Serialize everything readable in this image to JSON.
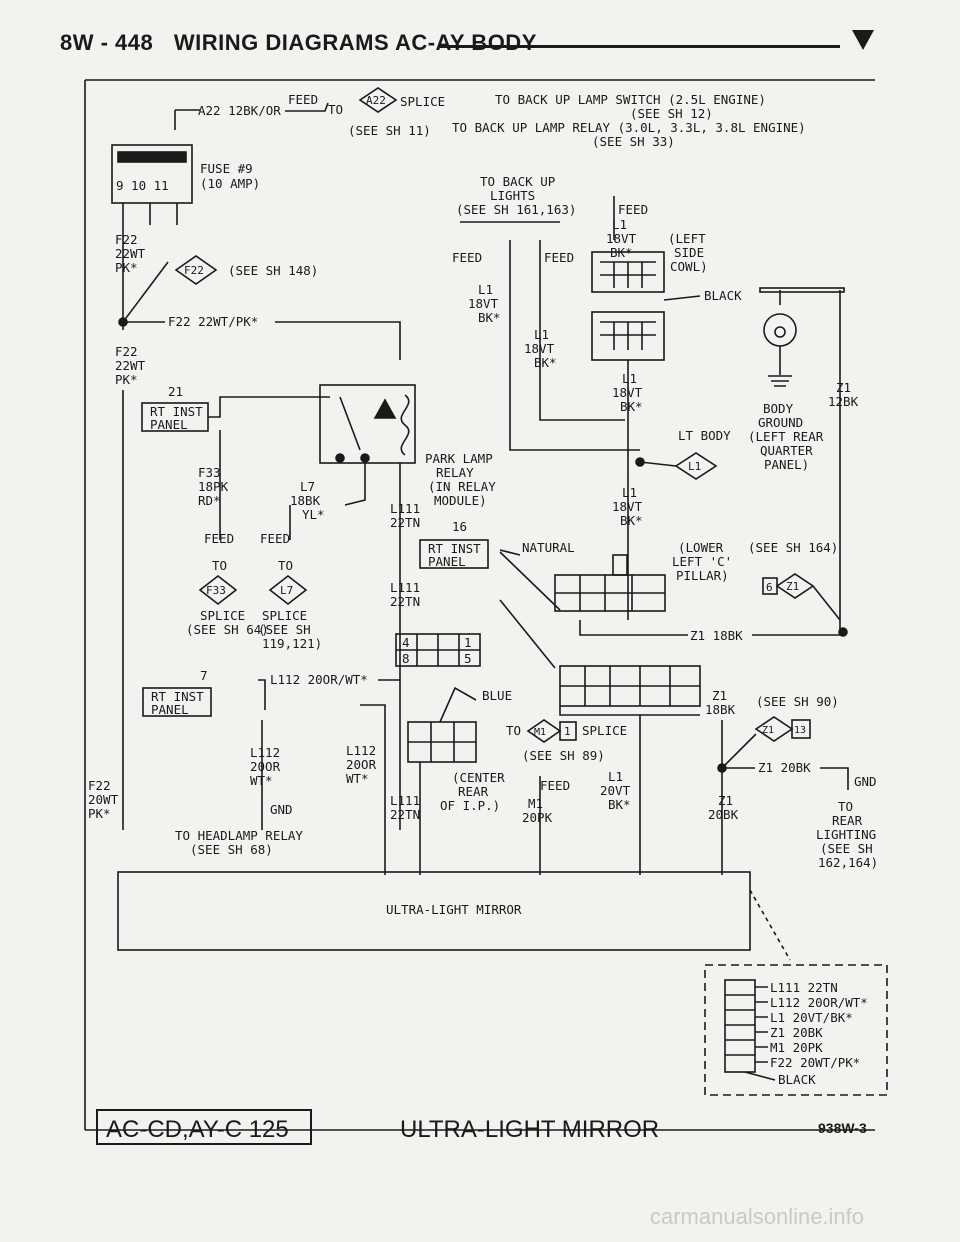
{
  "header": {
    "page": "8W - 448",
    "title": "WIRING DIAGRAMS AC-AY BODY"
  },
  "footer": {
    "box_label": "AC-CD,AY-C 125",
    "diagram_title": "ULTRA-LIGHT MIRROR",
    "code": "938W-3"
  },
  "watermark": "carmanualsonline.info",
  "labels": {
    "a22_wire": "A22 12BK/OR",
    "feed_top": "FEED",
    "to_a22": "TO",
    "a22_splice_id": "A22",
    "splice_word": "SPLICE",
    "see_sh_11": "(SEE SH 11)",
    "backup_switch_1": "TO BACK UP LAMP SWITCH (2.5L ENGINE)",
    "backup_switch_2": "(SEE SH 12)",
    "backup_relay_1": "TO BACK UP LAMP RELAY (3.0L, 3.3L, 3.8L ENGINE)",
    "backup_relay_2": "(SEE SH 33)",
    "fuse_name": "FUSE #9",
    "fuse_amp": "(10 AMP)",
    "fuse_pins": "9 10 11",
    "f22_wire_a": [
      "F22",
      "22WT",
      "PK*"
    ],
    "f22_splice_id": "F22",
    "see_sh_148": "(SEE SH 148)",
    "f22_horiz": "F22 22WT/PK*",
    "f22_wire_b": [
      "F22",
      "22WT",
      "PK*"
    ],
    "pin_21": "21",
    "rt_inst_panel_1": [
      "RT INST",
      "PANEL"
    ],
    "f33_wire": [
      "F33",
      "18PK",
      "RD*"
    ],
    "l7_wire": [
      "L7",
      "18BK",
      "YL*"
    ],
    "feed_f33": "FEED",
    "feed_l7": "FEED",
    "to_f33": "TO",
    "to_l7": "TO",
    "f33_id": "F33",
    "l7_id": "L7",
    "splice_f33": [
      "SPLICE",
      "(SEE SH 64)"
    ],
    "splice_l7": [
      "SPLICE",
      "(SEE SH",
      "119,121)"
    ],
    "park_relay": [
      "PARK LAMP",
      "RELAY",
      "(IN RELAY",
      "MODULE)"
    ],
    "l111_wire_a": [
      "L111",
      "22TN"
    ],
    "pin_16": "16",
    "rt_inst_panel_2": [
      "RT INST",
      "PANEL"
    ],
    "l111_wire_b": [
      "L111",
      "22TN"
    ],
    "conn_cells": [
      "4",
      "1",
      "8",
      "5"
    ],
    "pin_7": "7",
    "l112_horiz": "L112 20OR/WT*",
    "rt_inst_panel_3": [
      "RT INST",
      "PANEL"
    ],
    "l112_wire_a": [
      "L112",
      "20OR",
      "WT*"
    ],
    "l112_wire_b": [
      "L112",
      "20OR",
      "WT*"
    ],
    "gnd_a": "GND",
    "headlamp_relay": [
      "TO HEADLAMP RELAY",
      "(SEE SH 68)"
    ],
    "f22_wire_c": [
      "F22",
      "20WT",
      "PK*"
    ],
    "l111_wire_c": [
      "L111",
      "22TN"
    ],
    "center_rear": [
      "(CENTER",
      "REAR",
      "OF I.P.)"
    ],
    "blue": "BLUE",
    "to_m1": "TO",
    "m1_id": "M1",
    "m1_pin": "1",
    "splice_sh89": [
      "SPLICE",
      "(SEE SH 89)"
    ],
    "feed_m1": "FEED",
    "m1_wire": [
      "M1",
      "20PK"
    ],
    "l1_wire_d": [
      "L1",
      "20VT",
      "BK*"
    ],
    "backup_lights": [
      "TO BACK UP",
      "LIGHTS",
      "(SEE SH 161,163)"
    ],
    "feed_bl1": "FEED",
    "feed_bl2": "FEED",
    "feed_top_right": "FEED",
    "l1_wire_a": [
      "L1",
      "18VT",
      "BK*"
    ],
    "l1_wire_b": [
      "L1",
      "18VT",
      "BK*"
    ],
    "l1_wire_c": [
      "L1",
      "18VT",
      "BK*"
    ],
    "l1_wire_e": [
      "L1",
      "18VT",
      "BK*"
    ],
    "l1_wire_f": [
      "L1",
      "18VT",
      "BK*"
    ],
    "left_cowl": [
      "(LEFT",
      "SIDE",
      "COWL)"
    ],
    "black_1": "BLACK",
    "lt_body": "LT BODY",
    "l1_splice_id": "L1",
    "body_ground": [
      "BODY",
      "GROUND",
      "(LEFT REAR",
      "QUARTER",
      "PANEL)"
    ],
    "z1_wire_a": [
      "Z1",
      "12BK"
    ],
    "natural": "NATURAL",
    "lower_pillar": [
      "(LOWER",
      "LEFT 'C'",
      "PILLAR)"
    ],
    "see_sh_164": "(SEE SH 164)",
    "z1_splice_6": "6",
    "z1_splice_id": "Z1",
    "z1_18bk": "Z1 18BK",
    "z1_wire_b": [
      "Z1",
      "18BK"
    ],
    "see_sh_90": "(SEE SH 90)",
    "z1_splice_13": "13",
    "z1_20bk": "Z1 20BK",
    "gnd_b": "GND",
    "z1_wire_c": [
      "Z1",
      "20BK"
    ],
    "rear_lighting": [
      "TO",
      "REAR",
      "LIGHTING",
      "(SEE SH",
      "162,164)"
    ],
    "mirror_box": "ULTRA-LIGHT MIRROR",
    "legend_rows": [
      "L111 22TN",
      "L112 20OR/WT*",
      "L1 20VT/BK*",
      "Z1 20BK",
      "M1 20PK",
      "F22 20WT/PK*"
    ],
    "legend_black": "BLACK"
  }
}
